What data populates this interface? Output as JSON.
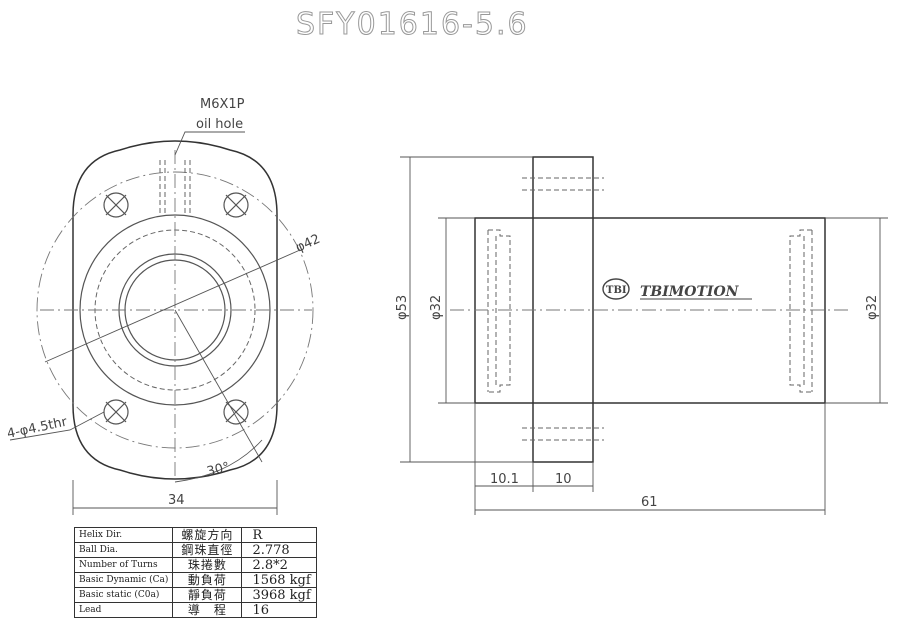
{
  "drawing": {
    "title": "SFY01616-5.6",
    "oil_hole_thread": "M6X1P",
    "oil_hole_label": "oil hole",
    "mount_holes": "4-φ4.5thr",
    "dim_flange_od": "φ42",
    "dim_angle": "30°",
    "dim_width": "34",
    "dim_flange_dia": "φ53",
    "dim_body_dia_left": "φ32",
    "dim_body_dia_right": "φ32",
    "dim_offset": "10.1",
    "dim_flange_thk": "10",
    "dim_length": "61",
    "logo_mark": "TBI",
    "logo_text": "TBIMOTION"
  },
  "spec_table": [
    {
      "en": "Helix Dir.",
      "zh": "螺旋方向",
      "value": "R"
    },
    {
      "en": "Ball Dia.",
      "zh": "鋼珠直徑",
      "value": "2.778"
    },
    {
      "en": "Number of Turns",
      "zh": "珠捲數",
      "value": "2.8*2"
    },
    {
      "en": "Basic Dynamic (Ca)",
      "zh": "動負荷",
      "value": "1568 kgf"
    },
    {
      "en": "Basic static (C0a)",
      "zh": "靜負荷",
      "value": "3968 kgf"
    },
    {
      "en": "Lead",
      "zh": "導　程",
      "value": "16"
    }
  ]
}
